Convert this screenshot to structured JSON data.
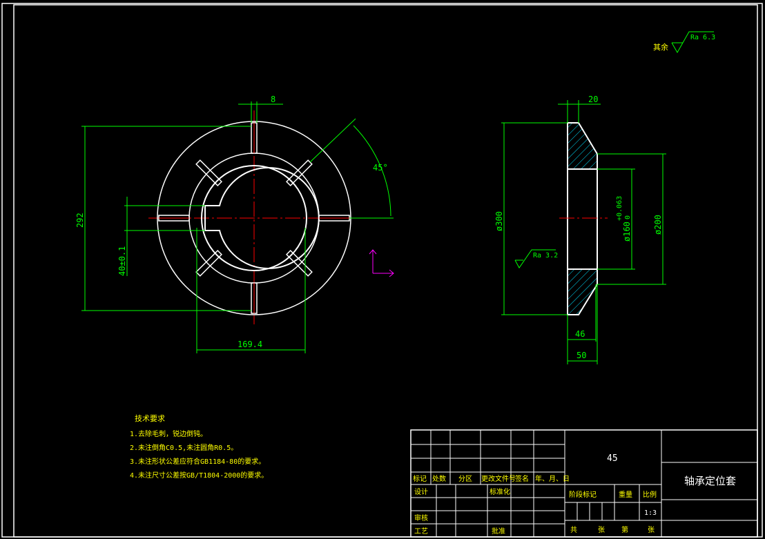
{
  "surface_roughness": {
    "rest_label": "其余",
    "rest_value": "Ra 6.3",
    "bore_value": "Ra 3.2"
  },
  "front_view": {
    "dim_slot_width": "8",
    "dim_height": "292",
    "dim_keyway": "40±0.1",
    "dim_width": "169.4",
    "dim_angle": "45°"
  },
  "side_view": {
    "dim_top": "20",
    "dim_outer": "ø300",
    "dim_bore": "ø160",
    "dim_bore_tol_upper": "+0.063",
    "dim_bore_tol_lower": "0",
    "dim_step": "ø200",
    "dim_bottom_inner": "46",
    "dim_bottom_outer": "50"
  },
  "tech_requirements": {
    "title": "技术要求",
    "items": [
      "1.去除毛刺，锐边倒钝。",
      "2.未注倒角C0.5,未注圆角R0.5。",
      "3.未注形状公差应符合GB1184-80的要求。",
      "4.未注尺寸公差按GB/T1804-2000的要求。"
    ]
  },
  "title_block": {
    "material": "45",
    "part_name": "轴承定位套",
    "headers": [
      "标记",
      "处数",
      "分区",
      "更改文件号",
      "签名",
      "年、月、日"
    ],
    "row_design": "设计",
    "row_standard": "标准化",
    "row_review": "审核",
    "row_process": "工艺",
    "row_approve": "批准",
    "stage_mark": "阶段标记",
    "weight": "重量",
    "scale": "比例",
    "scale_value": "1:3",
    "sheets_total_a": "共",
    "sheets_total_b": "张",
    "sheet_no_a": "第",
    "sheet_no_b": "张"
  }
}
